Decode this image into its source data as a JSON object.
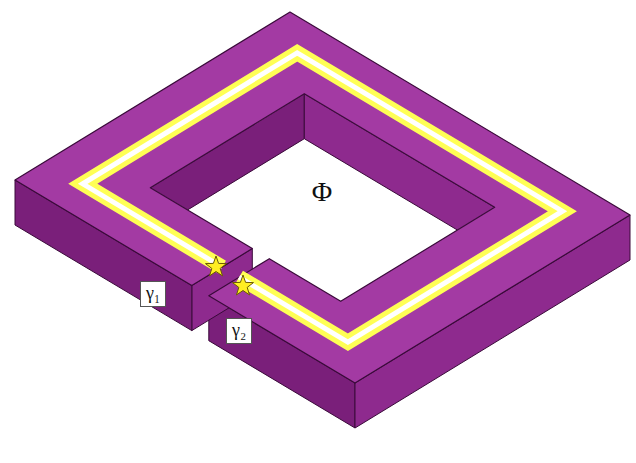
{
  "diagram": {
    "nodes": [
      {
        "text": [
          "γ₁"
        ]
      },
      {
        "text": [
          "γ₂"
        ]
      }
    ],
    "labels": [
      "Φ"
    ]
  }
}
